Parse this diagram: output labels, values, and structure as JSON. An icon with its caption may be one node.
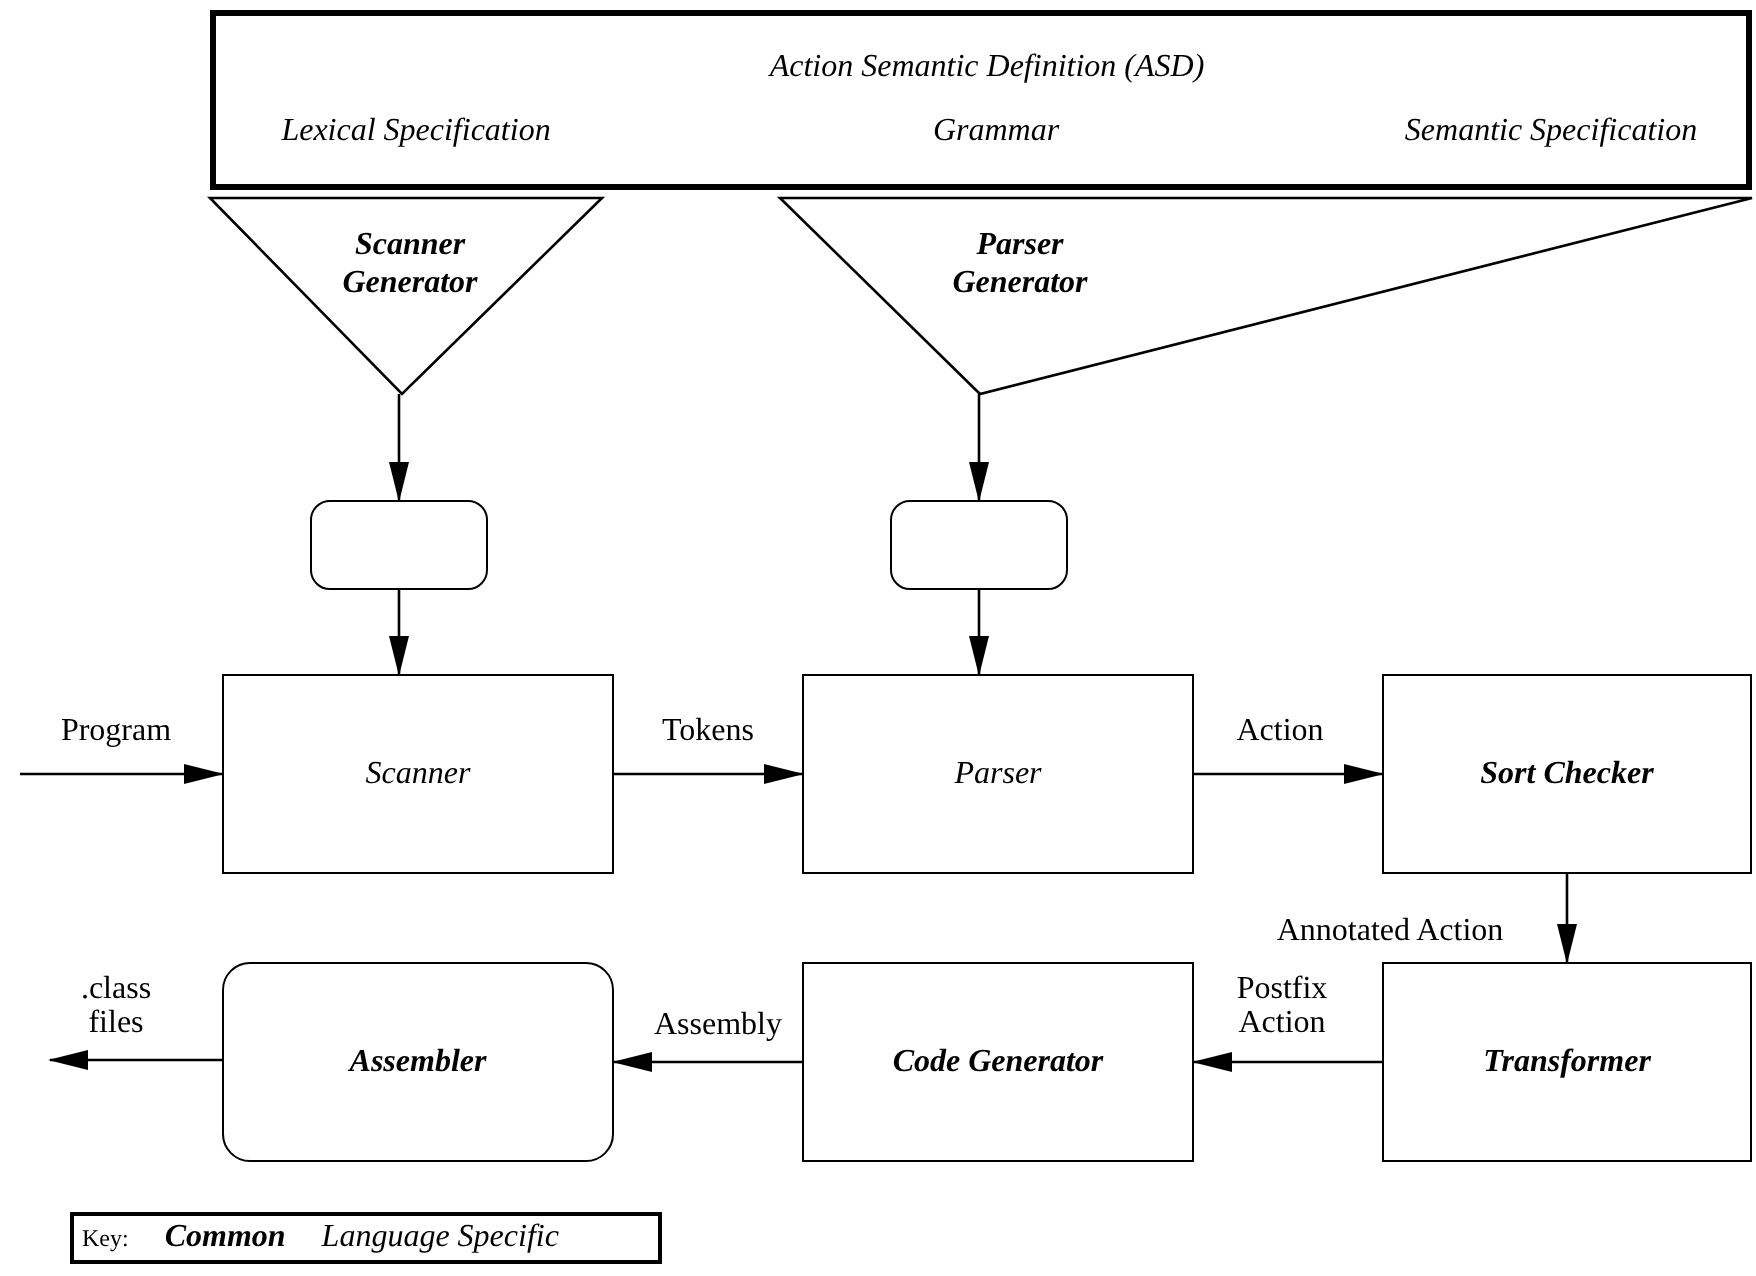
{
  "diagram": {
    "nodes": [
      {
        "text": [
          "Action Semantic Definition (ASD)",
          "Lexical Specification",
          "Grammar",
          "Semantic Specification"
        ]
      },
      {
        "text": [
          "Scanner Generator"
        ]
      },
      {
        "text": [
          "Parser Generator"
        ]
      },
      {
        "text": [],
        "shape": "box"
      },
      {
        "text": [],
        "shape": "box"
      },
      {
        "text": [
          "Scanner"
        ]
      },
      {
        "text": [
          "Parser"
        ]
      },
      {
        "text": [
          "Sort Checker"
        ]
      },
      {
        "text": [
          "Transformer"
        ]
      },
      {
        "text": [
          "Code Generator"
        ]
      },
      {
        "text": [
          "Assembler"
        ]
      }
    ],
    "edges": [
      {
        "from": 1,
        "to": 3,
        "arrow": "to"
      },
      {
        "from": 3,
        "to": 5,
        "arrow": "to"
      },
      {
        "from": 2,
        "to": 4,
        "arrow": "to"
      },
      {
        "from": 4,
        "to": 6,
        "arrow": "to"
      },
      {
        "from": null,
        "to": 5,
        "label": "Program",
        "arrow": "to"
      },
      {
        "from": 5,
        "to": 6,
        "label": "Tokens",
        "arrow": "to"
      },
      {
        "from": 6,
        "to": 7,
        "label": "Action",
        "arrow": "to"
      },
      {
        "from": 7,
        "to": 8,
        "label": "Annotated Action",
        "arrow": "to"
      },
      {
        "from": 8,
        "to": 9,
        "label": "Postfix Action",
        "arrow": "to"
      },
      {
        "from": 9,
        "to": 10,
        "label": "Assembly",
        "arrow": "to"
      },
      {
        "from": 10,
        "to": null,
        "label": ".class files",
        "arrow": "to"
      }
    ],
    "labels": [
      "Key:"
    ],
    "legend": [
      {
        "text": "Common"
      },
      {
        "text": "Language Specific"
      }
    ]
  }
}
